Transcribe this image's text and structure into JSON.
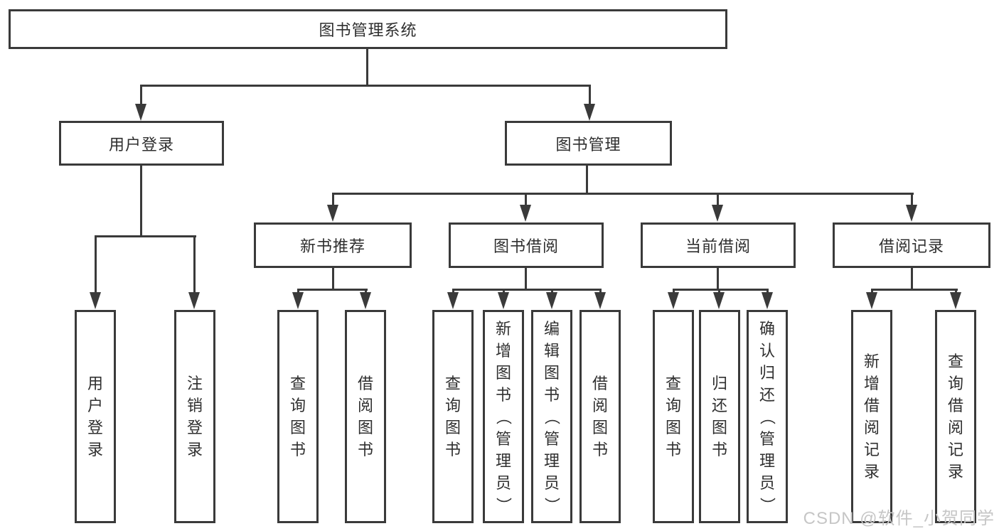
{
  "diagram": {
    "title": "图书管理系统",
    "nodes": {
      "root": "图书管理系统",
      "user_login": "用户登录",
      "book_management": "图书管理",
      "new_book_recommend": "新书推荐",
      "book_borrowing": "图书借阅",
      "current_borrowing": "当前借阅",
      "borrowing_records": "借阅记录",
      "leaf_user_login": "用户登录",
      "leaf_logout": "注销登录",
      "leaf_recommend_query_books": "查询图书",
      "leaf_recommend_borrow_books": "借阅图书",
      "leaf_borrowing_query_books": "查询图书",
      "leaf_borrowing_add_books": "新增图书（管理员）",
      "leaf_borrowing_edit_books": "编辑图书（管理员）",
      "leaf_borrowing_borrow_books": "借阅图书",
      "leaf_current_query_books": "查询图书",
      "leaf_current_return_books": "归还图书",
      "leaf_current_confirm_return": "确认归还（管理员）",
      "leaf_records_add_record": "新增借阅记录",
      "leaf_records_query_record": "查询借阅记录"
    },
    "colors": {
      "ink": "#3a3a3a",
      "text": "#2f2f2f",
      "box_background": "#ffffff",
      "page_background": "#ffffff",
      "watermark": "#c6c6c6"
    }
  },
  "watermark": {
    "text": "CSDN @软件_小贺同学"
  }
}
